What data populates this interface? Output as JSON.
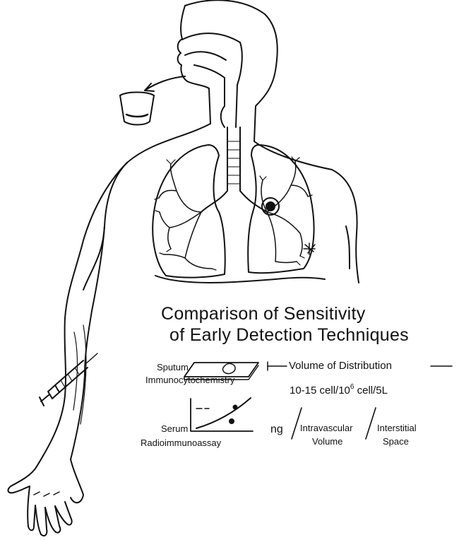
{
  "title": {
    "line1": "Comparison of Sensitivity",
    "line2": "of Early Detection Techniques"
  },
  "sputum": {
    "label1": "Sputum",
    "label2": "Immunocytochemistry"
  },
  "serum": {
    "label1": "Serum",
    "label2": "Radioimmunoassay"
  },
  "distribution": {
    "header": "Volume of Distribution",
    "sensitivity_pre": "10-15 cell/10",
    "sensitivity_sup": "6",
    "sensitivity_post": " cell/5L",
    "ng": "ng",
    "intravascular_1": "Intravascular",
    "intravascular_2": "Volume",
    "interstitial_1": "Interstitial",
    "interstitial_2": "Space"
  }
}
